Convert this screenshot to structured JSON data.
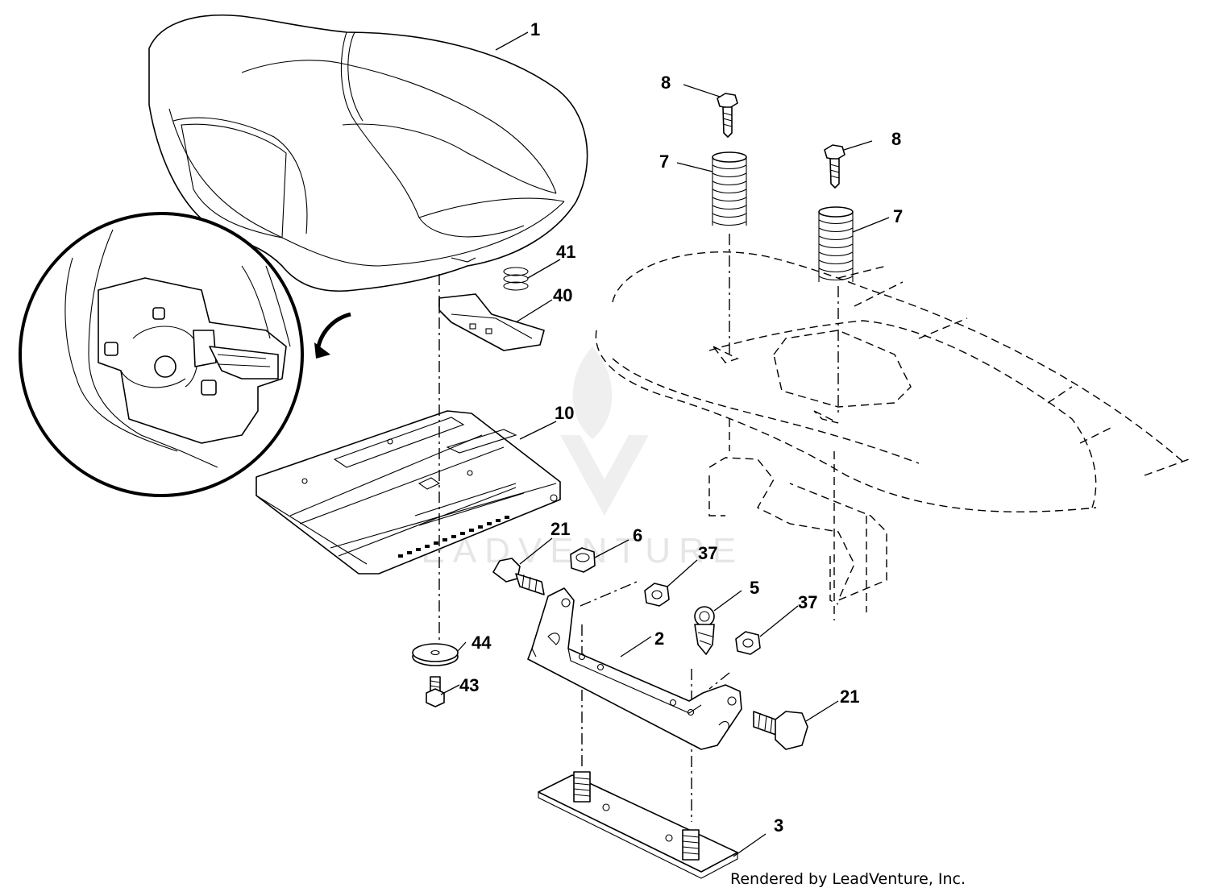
{
  "callouts": {
    "c1": "1",
    "c2": "2",
    "c3": "3",
    "c5": "5",
    "c6": "6",
    "c7a": "7",
    "c7b": "7",
    "c8a": "8",
    "c8b": "8",
    "c10": "10",
    "c21a": "21",
    "c21b": "21",
    "c37a": "37",
    "c37b": "37",
    "c40": "40",
    "c41": "41",
    "c43": "43",
    "c44": "44"
  },
  "watermark": "LEADVENTURE",
  "credit": "Rendered by LeadVenture, Inc.",
  "colors": {
    "line": "#000000",
    "background": "#ffffff",
    "watermark": "#e6e6e6"
  }
}
